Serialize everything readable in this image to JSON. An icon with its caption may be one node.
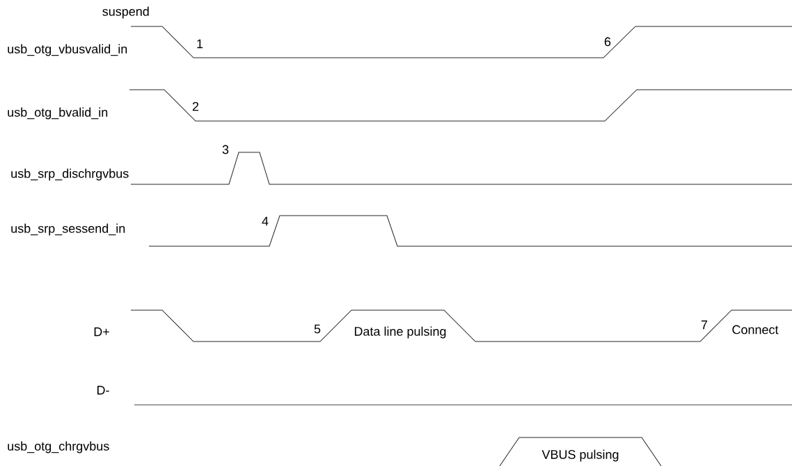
{
  "diagram": {
    "labels": [
      "suspend",
      "usb_otg_vbusvalid_in",
      "1",
      "6",
      "usb_otg_bvalid_in",
      "2",
      "3",
      "usb_srp_dischrgvbus",
      "4",
      "usb_srp_sessend_in",
      "D+",
      "5",
      "Data line pulsing",
      "7",
      "Connect",
      "D-",
      "usb_otg_chrgvbus",
      "VBUS pulsing"
    ]
  }
}
